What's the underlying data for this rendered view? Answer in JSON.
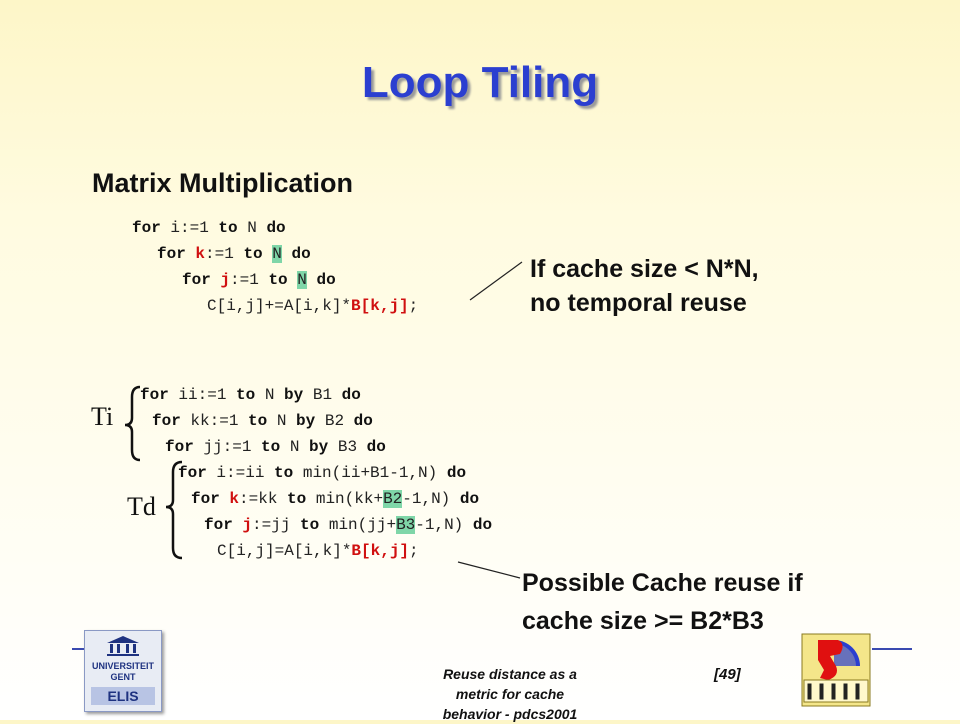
{
  "title": "Loop Tiling",
  "subtitle": "Matrix Multiplication",
  "code1": {
    "l1": {
      "p1": "for",
      "p2": " i:=1 ",
      "p3": "to",
      "p4": " N ",
      "p5": "do"
    },
    "l2": {
      "p1": "for",
      "p2": " ",
      "p3": "k",
      "p4": ":=1 ",
      "p5": "to",
      "p6": " ",
      "p7": "N",
      "p8": " ",
      "p9": "do"
    },
    "l3": {
      "p1": "for",
      "p2": " ",
      "p3": "j",
      "p4": ":=1 ",
      "p5": "to",
      "p6": " ",
      "p7": "N",
      "p8": " ",
      "p9": "do"
    },
    "l4": {
      "p1": "C[i,j]+=A[i,k]*",
      "p2": "B[k,j]",
      "p3": ";"
    }
  },
  "callout1": {
    "line1": "If cache size < N*N,",
    "line2": "no temporal reuse"
  },
  "ti_label": "Ti",
  "td_label": "Td",
  "code2": {
    "l1": {
      "p1": "for",
      "p2": " ii:=1 ",
      "p3": "to",
      "p4": " N ",
      "p5": "by",
      "p6": " B1 ",
      "p7": "do"
    },
    "l2": {
      "p1": "for",
      "p2": " kk:=1 ",
      "p3": "to",
      "p4": " N ",
      "p5": "by",
      "p6": " B2 ",
      "p7": "do"
    },
    "l3": {
      "p1": "for",
      "p2": " jj:=1 ",
      "p3": "to",
      "p4": " N ",
      "p5": "by",
      "p6": " B3 ",
      "p7": "do"
    },
    "l4": {
      "p1": "for",
      "p2": " i:=ii ",
      "p3": "to",
      "p4": " min(ii+B1-1,N) ",
      "p5": "do"
    },
    "l5": {
      "p1": "for",
      "p2": " ",
      "p3": "k",
      "p4": ":=kk ",
      "p5": "to",
      "p6": " min(kk+",
      "p7": "B2",
      "p8": "-1,N) ",
      "p9": "do"
    },
    "l6": {
      "p1": "for",
      "p2": " ",
      "p3": "j",
      "p4": ":=jj ",
      "p5": "to",
      "p6": " min(jj+",
      "p7": "B3",
      "p8": "-1,N) ",
      "p9": "do"
    },
    "l7": {
      "p1": "C[i,j]=A[i,k]*",
      "p2": "B[k,j]",
      "p3": ";"
    }
  },
  "callout2": {
    "line1": "Possible Cache reuse if",
    "line2": "cache size >= B2*B3"
  },
  "footer": {
    "line1": "Reuse distance as a",
    "line2": "metric for cache",
    "line3": "behavior - pdcs2001",
    "page": "[49]"
  },
  "logo_ugent": {
    "line1": "UNIVERSITEIT",
    "line2": "GENT",
    "line3": "ELIS"
  },
  "colors": {
    "title": "#2b3fd0",
    "highlight": "#7fd6a8",
    "red": "#d01010",
    "footer_line": "#3a4ab0"
  }
}
